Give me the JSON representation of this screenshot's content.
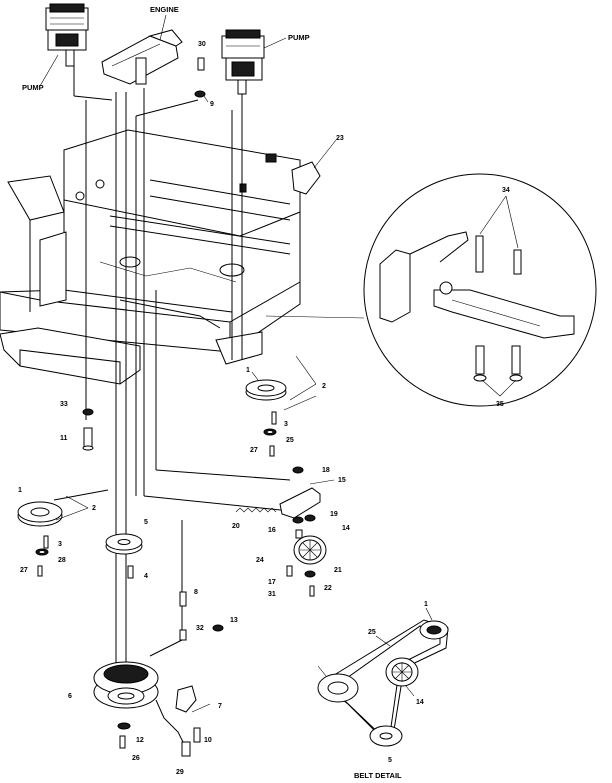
{
  "labels": {
    "engine": "ENGINE",
    "pump_left": "PUMP",
    "pump_right": "PUMP",
    "belt_detail": "BELT DETAIL"
  },
  "callouts": [
    {
      "id": "c30",
      "text": "30"
    },
    {
      "id": "c9",
      "text": "9"
    },
    {
      "id": "c23",
      "text": "23"
    },
    {
      "id": "c34",
      "text": "34"
    },
    {
      "id": "c35",
      "text": "35"
    },
    {
      "id": "c1a",
      "text": "1"
    },
    {
      "id": "c2a",
      "text": "2"
    },
    {
      "id": "c3a",
      "text": "3"
    },
    {
      "id": "c25a",
      "text": "25"
    },
    {
      "id": "c27a",
      "text": "27"
    },
    {
      "id": "c33",
      "text": "33"
    },
    {
      "id": "c11",
      "text": "11"
    },
    {
      "id": "c18",
      "text": "18"
    },
    {
      "id": "c15",
      "text": "15"
    },
    {
      "id": "c20",
      "text": "20"
    },
    {
      "id": "c16",
      "text": "16"
    },
    {
      "id": "c19",
      "text": "19"
    },
    {
      "id": "c14a",
      "text": "14"
    },
    {
      "id": "c24",
      "text": "24"
    },
    {
      "id": "c21",
      "text": "21"
    },
    {
      "id": "c17",
      "text": "17"
    },
    {
      "id": "c31",
      "text": "31"
    },
    {
      "id": "c22",
      "text": "22"
    },
    {
      "id": "c1b",
      "text": "1"
    },
    {
      "id": "c2b",
      "text": "2"
    },
    {
      "id": "c3b",
      "text": "3"
    },
    {
      "id": "c28",
      "text": "28"
    },
    {
      "id": "c27b",
      "text": "27"
    },
    {
      "id": "c5a",
      "text": "5"
    },
    {
      "id": "c4",
      "text": "4"
    },
    {
      "id": "c8",
      "text": "8"
    },
    {
      "id": "c32",
      "text": "32"
    },
    {
      "id": "c13",
      "text": "13"
    },
    {
      "id": "c6",
      "text": "6"
    },
    {
      "id": "c7",
      "text": "7"
    },
    {
      "id": "c12",
      "text": "12"
    },
    {
      "id": "c10",
      "text": "10"
    },
    {
      "id": "c26",
      "text": "26"
    },
    {
      "id": "c29",
      "text": "29"
    },
    {
      "id": "c1c",
      "text": "1"
    },
    {
      "id": "c25b",
      "text": "25"
    },
    {
      "id": "c14b",
      "text": "14"
    },
    {
      "id": "c5b",
      "text": "5"
    }
  ]
}
